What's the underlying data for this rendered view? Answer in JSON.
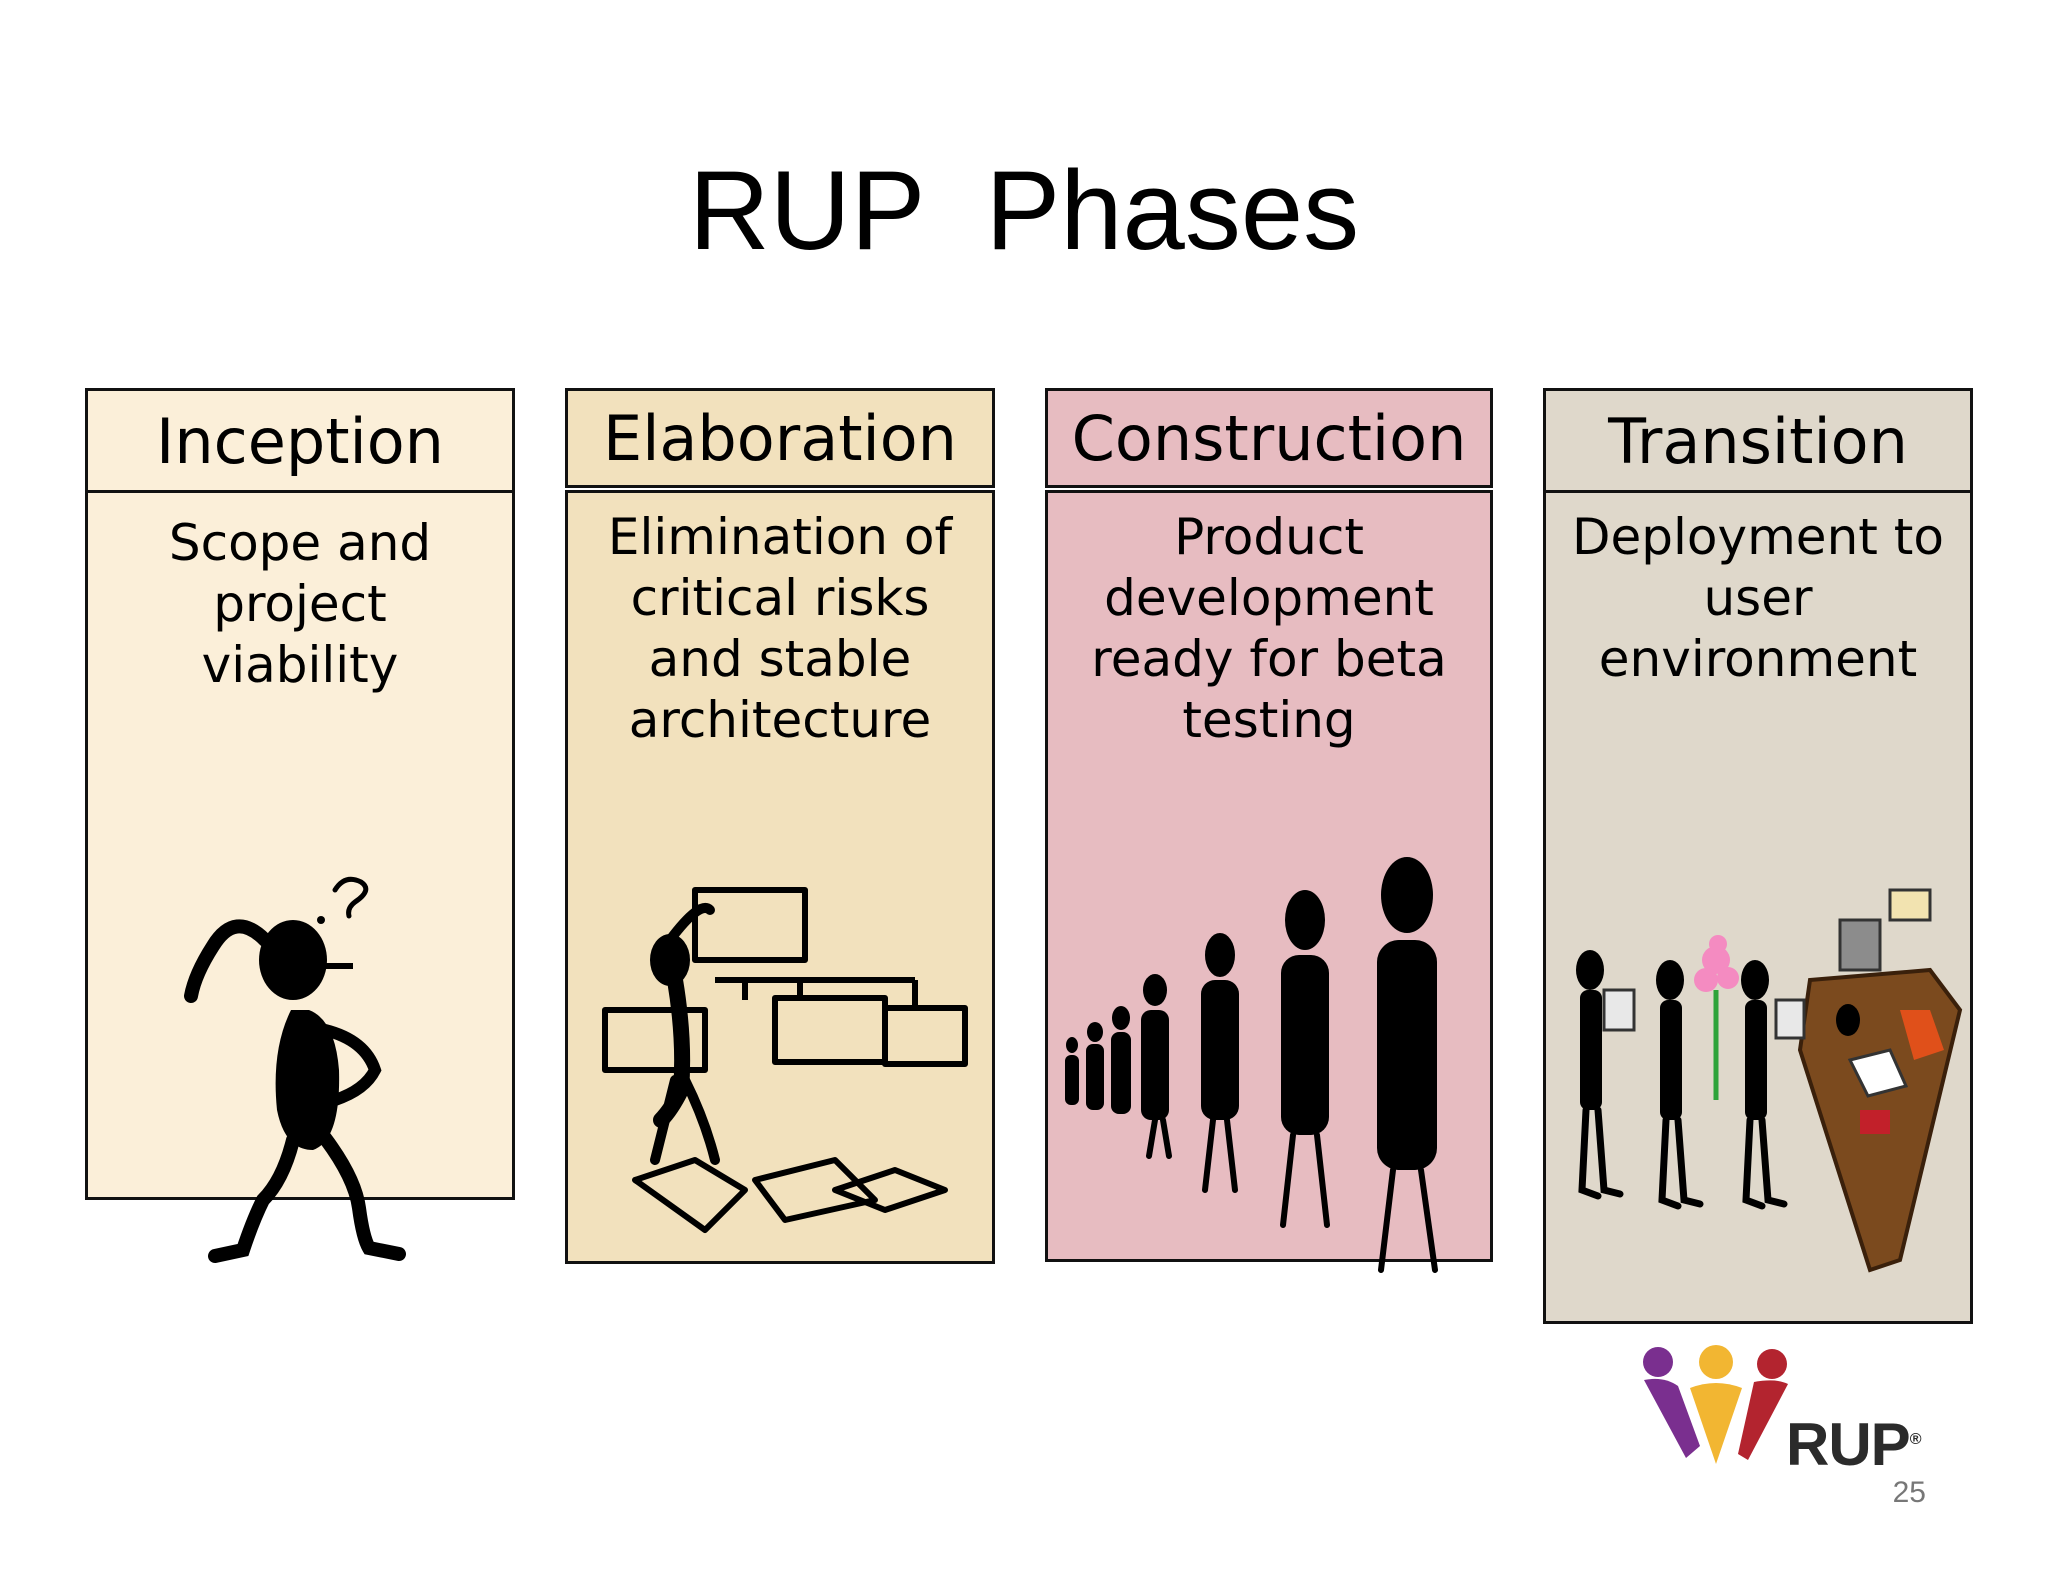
{
  "slide": {
    "title": "RUP  Phases",
    "page_number": "25"
  },
  "phases": [
    {
      "name": "Inception",
      "description": "Scope and project viability",
      "color": "#fbefd9"
    },
    {
      "name": "Elaboration",
      "description": "Elimination of critical risks and stable architecture",
      "color": "#f2e1bd"
    },
    {
      "name": "Construction",
      "description": "Product development ready for beta testing",
      "color": "#e7bcc1"
    },
    {
      "name": "Transition",
      "description": "Deployment to user environment",
      "color": "#dfd8cb"
    }
  ],
  "logo": {
    "text": "RUP",
    "mark": "®",
    "colors": [
      "#7a2f8f",
      "#f2b632",
      "#b3242f"
    ]
  },
  "illustrations": [
    "thinking-figure-icon",
    "diagram-builder-figure-icon",
    "growing-team-figures-icon",
    "delivery-team-desk-icon"
  ]
}
